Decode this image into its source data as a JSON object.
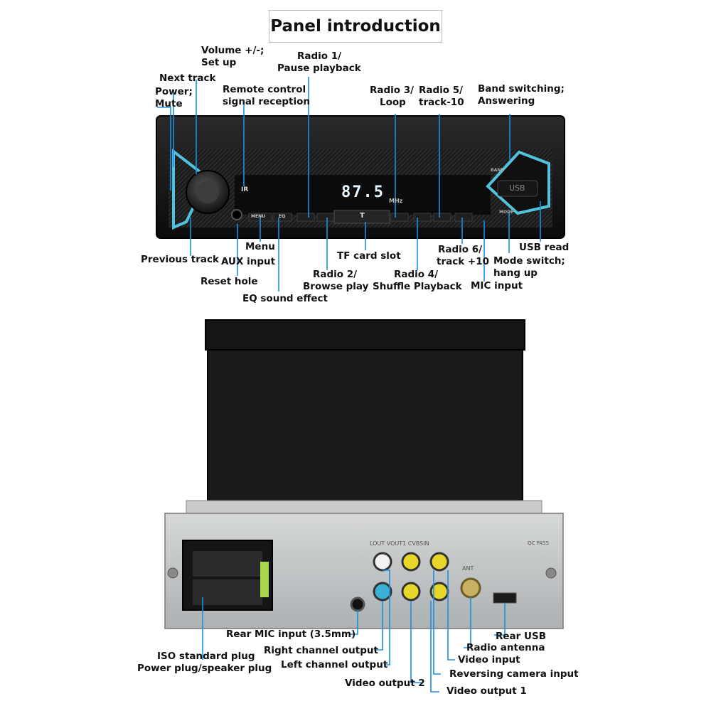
{
  "title": "Panel introduction",
  "front_panel": {
    "display_text": "87.5",
    "display_unit": "MHz",
    "ir_label": "IR",
    "band_key": "BAND",
    "mode_key": "MODE",
    "usb_key": "USB",
    "menu_key": "MENU",
    "eq_key": "EQ",
    "tf_key": "T",
    "labels": {
      "volume": [
        "Volume +/-;",
        "Set up"
      ],
      "radio1": [
        "Radio 1/",
        "Pause playback"
      ],
      "next_track": "Next track",
      "power": [
        "Power;",
        "Mute"
      ],
      "remote": [
        "Remote control",
        "signal reception"
      ],
      "radio3": [
        "Radio 3/",
        "Loop"
      ],
      "radio5": [
        "Radio 5/",
        "track-10"
      ],
      "band": [
        "Band switching;",
        "Answering"
      ],
      "previous_track": "Previous track",
      "menu": "Menu",
      "aux": "AUX input",
      "reset": "Reset hole",
      "eq": "EQ sound effect",
      "tf_card": "TF card slot",
      "radio2": [
        "Radio 2/",
        "Browse play"
      ],
      "radio4": [
        "Radio 4/",
        "Shuffle Playback"
      ],
      "radio6": [
        "Radio 6/",
        "track +10"
      ],
      "mic": "MIC input",
      "usb_read": "USB read",
      "mode": [
        "Mode switch;",
        "hang up"
      ]
    }
  },
  "rear_panel": {
    "rca_header": "LOUT VOUT1 CVBSIN",
    "ant_label": "ANT",
    "qc_label": "QC PASS",
    "labels": {
      "rear_mic": "Rear MIC input (3.5mm)",
      "right_out": "Right channel output",
      "iso": "ISO standard plug",
      "power_plug": "Power plug/speaker plug",
      "left_out": "Left channel output",
      "video_out2": "Video output 2",
      "rear_usb": "Rear USB",
      "radio_ant": "Radio antenna",
      "video_in": "Video input",
      "reversing": "Reversing camera input",
      "video_out1": "Video output 1"
    }
  },
  "colors": {
    "accent_line": "#1c8fe0",
    "led": "#57d4f2",
    "display": "#e8f6ff",
    "rca_yellow": "#e8d72a",
    "rca_blue": "#3ab1d4",
    "rca_white": "#f2f2f2"
  }
}
